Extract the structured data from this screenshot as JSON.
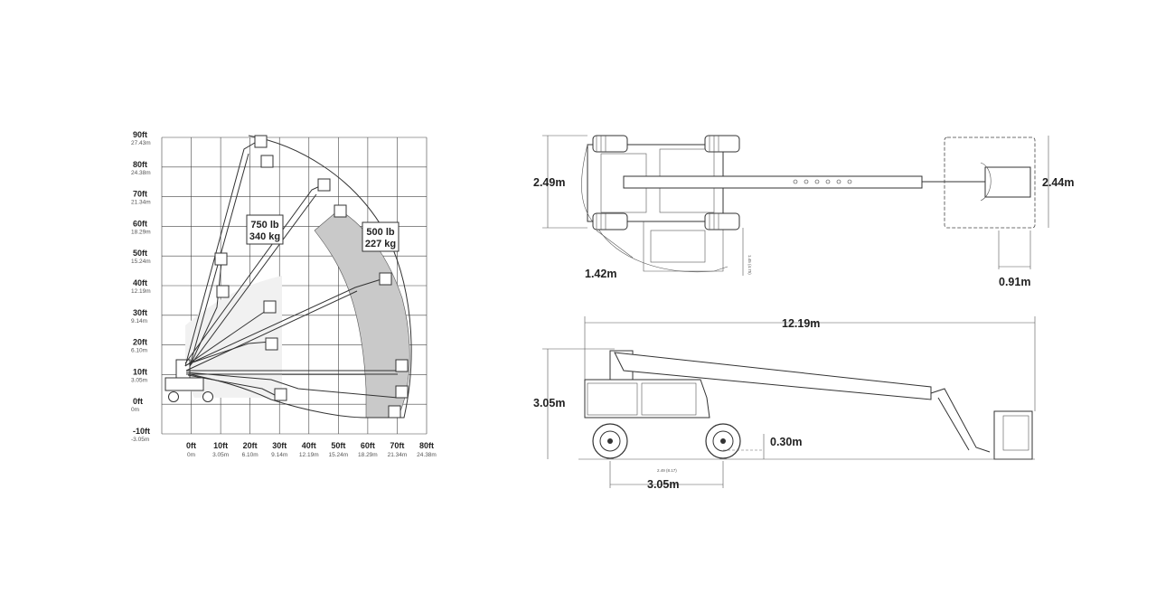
{
  "range_chart": {
    "y_labels": [
      {
        "ft": "90ft",
        "m": "27.43m"
      },
      {
        "ft": "80ft",
        "m": "24.38m"
      },
      {
        "ft": "70ft",
        "m": "21.34m"
      },
      {
        "ft": "60ft",
        "m": "18.29m"
      },
      {
        "ft": "50ft",
        "m": "15.24m"
      },
      {
        "ft": "40ft",
        "m": "12.19m"
      },
      {
        "ft": "30ft",
        "m": "9.14m"
      },
      {
        "ft": "20ft",
        "m": "6.10m"
      },
      {
        "ft": "10ft",
        "m": "3.05m"
      },
      {
        "ft": "0ft",
        "m": "0m"
      },
      {
        "ft": "-10ft",
        "m": "-3.05m"
      }
    ],
    "x_labels": [
      {
        "ft": "0ft",
        "m": "0m"
      },
      {
        "ft": "10ft",
        "m": "3.05m"
      },
      {
        "ft": "20ft",
        "m": "6.10m"
      },
      {
        "ft": "30ft",
        "m": "9.14m"
      },
      {
        "ft": "40ft",
        "m": "12.19m"
      },
      {
        "ft": "50ft",
        "m": "15.24m"
      },
      {
        "ft": "60ft",
        "m": "18.29m"
      },
      {
        "ft": "70ft",
        "m": "21.34m"
      },
      {
        "ft": "80ft",
        "m": "24.38m"
      }
    ],
    "load_restricted": {
      "line1": "750 lb",
      "line2": "340 kg"
    },
    "load_unrestricted": {
      "line1": "500 lb",
      "line2": "227 kg"
    }
  },
  "top_view": {
    "width_dim": "2.49m",
    "platform_width_dim": "2.44m",
    "tail_swing_dim": "1.42m",
    "platform_depth_dim": "0.91m",
    "small_note": "1.45 (4.75)"
  },
  "side_view": {
    "length_dim": "12.19m",
    "height_dim": "3.05m",
    "clearance_dim": "0.30m",
    "wheelbase_dim": "3.05m",
    "small_note": "2.49 (8.17)"
  },
  "colors": {
    "restricted_zone": "#ececec",
    "unrestricted_zone": "#c9c9c9",
    "grid": "#444444"
  }
}
